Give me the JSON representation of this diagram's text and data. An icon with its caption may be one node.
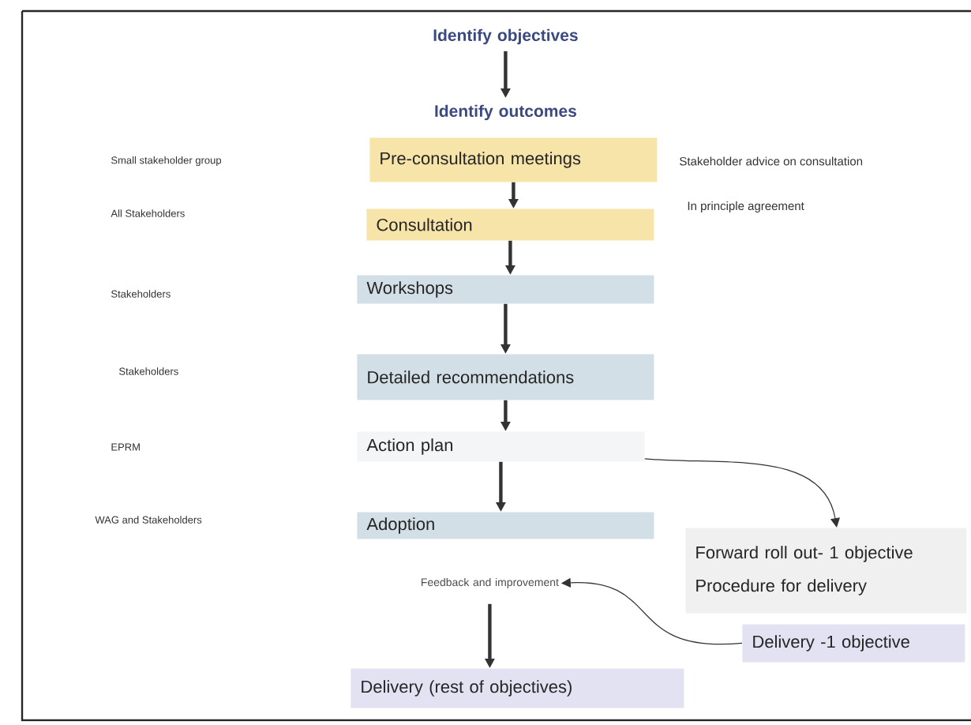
{
  "diagram": {
    "nodes": [
      {
        "text": [
          "Identify objectives"
        ]
      },
      {
        "text": [
          "Identify outcomes"
        ]
      },
      {
        "text": [
          "Pre-consultation meetings"
        ]
      },
      {
        "text": [
          "Consultation"
        ]
      },
      {
        "text": [
          "Workshops"
        ]
      },
      {
        "text": [
          "Detailed recommendations"
        ]
      },
      {
        "text": [
          "Action plan"
        ]
      },
      {
        "text": [
          "Adoption"
        ]
      },
      {
        "text": [
          "Feedback and improvement"
        ]
      },
      {
        "text": [
          "Delivery (rest of objectives)"
        ]
      },
      {
        "text": [
          "Forward roll out- 1 objective",
          "Procedure for delivery"
        ]
      },
      {
        "text": [
          "Delivery -1 objective"
        ]
      }
    ],
    "edges": [
      {
        "from": 0,
        "to": 1,
        "arrow": "to"
      },
      {
        "from": 2,
        "to": 3,
        "arrow": "to"
      },
      {
        "from": 3,
        "to": 4,
        "arrow": "to"
      },
      {
        "from": 4,
        "to": 5,
        "arrow": "to"
      },
      {
        "from": 5,
        "to": 6,
        "arrow": "to"
      },
      {
        "from": 6,
        "to": 7,
        "arrow": "to"
      },
      {
        "from": 8,
        "to": 9,
        "arrow": "to"
      },
      {
        "from": 6,
        "to": 10,
        "arrow": "to"
      },
      {
        "from": 11,
        "to": 8,
        "arrow": "to"
      }
    ],
    "labels": [
      "Small stakeholder group",
      "Stakeholder advice on consultation",
      "All Stakeholders",
      "In principle agreement",
      "Stakeholders",
      "Stakeholders",
      "EPRM",
      "WAG and Stakeholders"
    ]
  }
}
